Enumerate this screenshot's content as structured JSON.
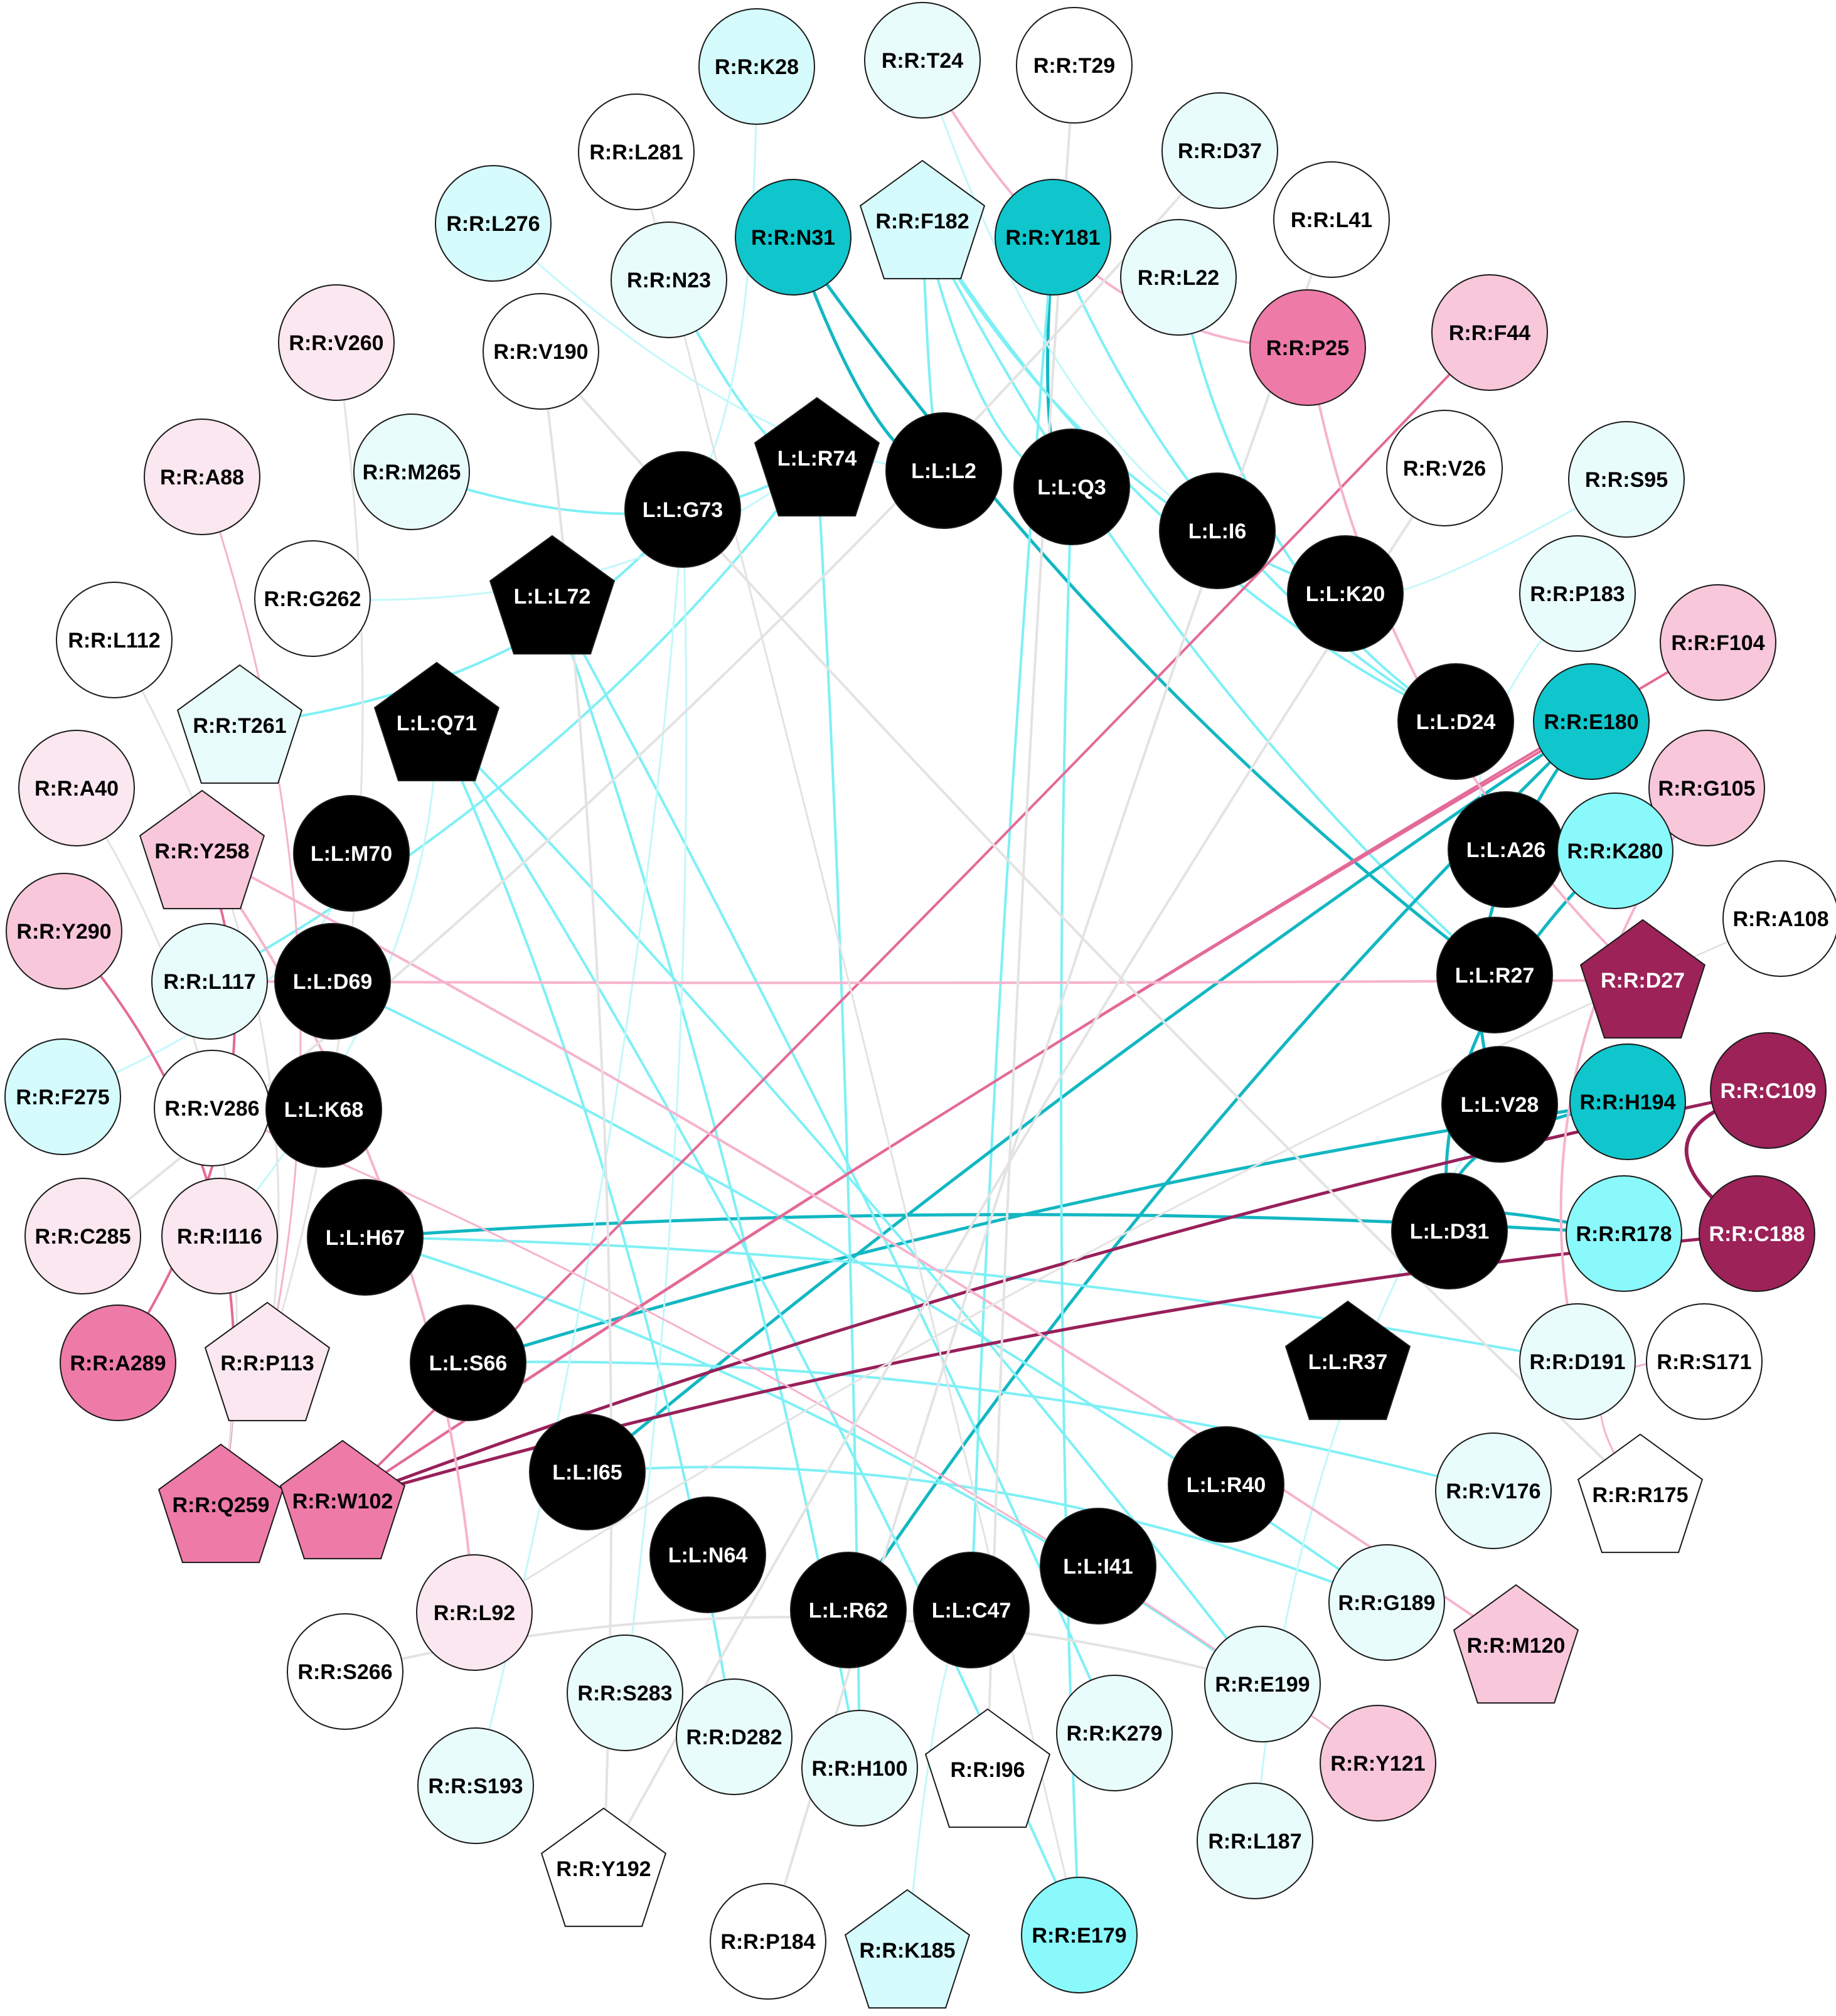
{
  "palette": {
    "ligand": "#000000",
    "cyan_dark": "#0fc6cc",
    "cyan_mid": "#8af9fb",
    "cyan_light": "#d5fbfc",
    "cyan_pale": "#e9fcfc",
    "pink_dark": "#9c2258",
    "pink_mid": "#ee7aa8",
    "pink_light": "#f8c7da",
    "pink_pale": "#fbe7ef",
    "white": "#ffffff",
    "edge_cyan": "#7ef0f5",
    "edge_cyan_pale": "#c3f8fa",
    "edge_teal": "#12b7c2",
    "edge_pink": "#f6b3cd",
    "edge_pink_dark": "#e36a98",
    "edge_maroon": "#98205a",
    "edge_gray": "#e3e3e3"
  },
  "nodes": [
    {
      "id": "R:R:K28",
      "label": "R:R:K28",
      "shape": "circle",
      "fill": "cyan_light"
    },
    {
      "id": "R:R:T24",
      "label": "R:R:T24",
      "shape": "circle",
      "fill": "cyan_pale"
    },
    {
      "id": "R:R:T29",
      "label": "R:R:T29",
      "shape": "circle",
      "fill": "white"
    },
    {
      "id": "R:R:D37",
      "label": "R:R:D37",
      "shape": "circle",
      "fill": "cyan_pale"
    },
    {
      "id": "R:R:L281",
      "label": "R:R:L281",
      "shape": "circle",
      "fill": "white"
    },
    {
      "id": "R:R:N31",
      "label": "R:R:N31",
      "shape": "circle",
      "fill": "cyan_dark"
    },
    {
      "id": "R:R:F182",
      "label": "R:R:F182",
      "shape": "pentagon",
      "fill": "cyan_light"
    },
    {
      "id": "R:R:Y181",
      "label": "R:R:Y181",
      "shape": "circle",
      "fill": "cyan_dark"
    },
    {
      "id": "R:R:L276",
      "label": "R:R:L276",
      "shape": "circle",
      "fill": "cyan_light"
    },
    {
      "id": "R:R:L41",
      "label": "R:R:L41",
      "shape": "circle",
      "fill": "white"
    },
    {
      "id": "R:R:N23",
      "label": "R:R:N23",
      "shape": "circle",
      "fill": "cyan_pale"
    },
    {
      "id": "R:R:L22",
      "label": "R:R:L22",
      "shape": "circle",
      "fill": "cyan_pale"
    },
    {
      "id": "R:R:V260",
      "label": "R:R:V260",
      "shape": "circle",
      "fill": "pink_pale"
    },
    {
      "id": "R:R:V190",
      "label": "R:R:V190",
      "shape": "circle",
      "fill": "white"
    },
    {
      "id": "R:R:P25",
      "label": "R:R:P25",
      "shape": "circle",
      "fill": "pink_mid"
    },
    {
      "id": "R:R:F44",
      "label": "R:R:F44",
      "shape": "circle",
      "fill": "pink_light"
    },
    {
      "id": "R:R:A88",
      "label": "R:R:A88",
      "shape": "circle",
      "fill": "pink_pale"
    },
    {
      "id": "R:R:M265",
      "label": "R:R:M265",
      "shape": "circle",
      "fill": "cyan_pale"
    },
    {
      "id": "L:L:R74",
      "label": "L:L:R74",
      "shape": "pentagon",
      "fill": "ligand"
    },
    {
      "id": "L:L:L2",
      "label": "L:L:L2",
      "shape": "circle",
      "fill": "ligand"
    },
    {
      "id": "L:L:Q3",
      "label": "L:L:Q3",
      "shape": "circle",
      "fill": "ligand"
    },
    {
      "id": "L:L:G73",
      "label": "L:L:G73",
      "shape": "circle",
      "fill": "ligand"
    },
    {
      "id": "R:R:V26",
      "label": "R:R:V26",
      "shape": "circle",
      "fill": "white"
    },
    {
      "id": "R:R:S95",
      "label": "R:R:S95",
      "shape": "circle",
      "fill": "cyan_pale"
    },
    {
      "id": "L:L:I6",
      "label": "L:L:I6",
      "shape": "circle",
      "fill": "ligand"
    },
    {
      "id": "L:L:L72",
      "label": "L:L:L72",
      "shape": "pentagon",
      "fill": "ligand"
    },
    {
      "id": "R:R:G262",
      "label": "R:R:G262",
      "shape": "circle",
      "fill": "white"
    },
    {
      "id": "L:L:K20",
      "label": "L:L:K20",
      "shape": "circle",
      "fill": "ligand"
    },
    {
      "id": "R:R:P183",
      "label": "R:R:P183",
      "shape": "circle",
      "fill": "cyan_pale"
    },
    {
      "id": "R:R:L112",
      "label": "R:R:L112",
      "shape": "circle",
      "fill": "white"
    },
    {
      "id": "R:R:F104",
      "label": "R:R:F104",
      "shape": "circle",
      "fill": "pink_light"
    },
    {
      "id": "R:R:T261",
      "label": "R:R:T261",
      "shape": "pentagon",
      "fill": "cyan_pale"
    },
    {
      "id": "L:L:Q71",
      "label": "L:L:Q71",
      "shape": "pentagon",
      "fill": "ligand"
    },
    {
      "id": "L:L:D24",
      "label": "L:L:D24",
      "shape": "circle",
      "fill": "ligand"
    },
    {
      "id": "R:R:E180",
      "label": "R:R:E180",
      "shape": "circle",
      "fill": "cyan_dark"
    },
    {
      "id": "R:R:A40",
      "label": "R:R:A40",
      "shape": "circle",
      "fill": "pink_pale"
    },
    {
      "id": "R:R:G105",
      "label": "R:R:G105",
      "shape": "circle",
      "fill": "pink_light"
    },
    {
      "id": "R:R:Y258",
      "label": "R:R:Y258",
      "shape": "pentagon",
      "fill": "pink_light"
    },
    {
      "id": "L:L:M70",
      "label": "L:L:M70",
      "shape": "circle",
      "fill": "ligand"
    },
    {
      "id": "L:L:A26",
      "label": "L:L:A26",
      "shape": "circle",
      "fill": "ligand"
    },
    {
      "id": "R:R:K280",
      "label": "R:R:K280",
      "shape": "circle",
      "fill": "cyan_mid"
    },
    {
      "id": "R:R:Y290",
      "label": "R:R:Y290",
      "shape": "circle",
      "fill": "pink_light"
    },
    {
      "id": "R:R:A108",
      "label": "R:R:A108",
      "shape": "circle",
      "fill": "white"
    },
    {
      "id": "R:R:L117",
      "label": "R:R:L117",
      "shape": "circle",
      "fill": "cyan_pale"
    },
    {
      "id": "L:L:D69",
      "label": "L:L:D69",
      "shape": "circle",
      "fill": "ligand"
    },
    {
      "id": "L:L:R27",
      "label": "L:L:R27",
      "shape": "circle",
      "fill": "ligand"
    },
    {
      "id": "R:R:D27",
      "label": "R:R:D27",
      "shape": "pentagon",
      "fill": "pink_dark"
    },
    {
      "id": "R:R:F275",
      "label": "R:R:F275",
      "shape": "circle",
      "fill": "cyan_light"
    },
    {
      "id": "R:R:V286",
      "label": "R:R:V286",
      "shape": "circle",
      "fill": "white"
    },
    {
      "id": "L:L:K68",
      "label": "L:L:K68",
      "shape": "circle",
      "fill": "ligand"
    },
    {
      "id": "L:L:V28",
      "label": "L:L:V28",
      "shape": "circle",
      "fill": "ligand"
    },
    {
      "id": "R:R:H194",
      "label": "R:R:H194",
      "shape": "circle",
      "fill": "cyan_dark"
    },
    {
      "id": "R:R:C109",
      "label": "R:R:C109",
      "shape": "circle",
      "fill": "pink_dark"
    },
    {
      "id": "R:R:C285",
      "label": "R:R:C285",
      "shape": "circle",
      "fill": "pink_pale"
    },
    {
      "id": "R:R:I116",
      "label": "R:R:I116",
      "shape": "circle",
      "fill": "pink_pale"
    },
    {
      "id": "L:L:H67",
      "label": "L:L:H67",
      "shape": "circle",
      "fill": "ligand"
    },
    {
      "id": "L:L:D31",
      "label": "L:L:D31",
      "shape": "circle",
      "fill": "ligand"
    },
    {
      "id": "R:R:R178",
      "label": "R:R:R178",
      "shape": "circle",
      "fill": "cyan_mid"
    },
    {
      "id": "R:R:C188",
      "label": "R:R:C188",
      "shape": "circle",
      "fill": "pink_dark"
    },
    {
      "id": "R:R:A289",
      "label": "R:R:A289",
      "shape": "circle",
      "fill": "pink_mid"
    },
    {
      "id": "R:R:P113",
      "label": "R:R:P113",
      "shape": "pentagon",
      "fill": "pink_pale"
    },
    {
      "id": "L:L:S66",
      "label": "L:L:S66",
      "shape": "circle",
      "fill": "ligand"
    },
    {
      "id": "L:L:R37",
      "label": "L:L:R37",
      "shape": "pentagon",
      "fill": "ligand"
    },
    {
      "id": "R:R:D191",
      "label": "R:R:D191",
      "shape": "circle",
      "fill": "cyan_pale"
    },
    {
      "id": "R:R:S171",
      "label": "R:R:S171",
      "shape": "circle",
      "fill": "white"
    },
    {
      "id": "R:R:Q259",
      "label": "R:R:Q259",
      "shape": "pentagon",
      "fill": "pink_mid"
    },
    {
      "id": "R:R:W102",
      "label": "R:R:W102",
      "shape": "pentagon",
      "fill": "pink_mid"
    },
    {
      "id": "L:L:I65",
      "label": "L:L:I65",
      "shape": "circle",
      "fill": "ligand"
    },
    {
      "id": "L:L:R40",
      "label": "L:L:R40",
      "shape": "circle",
      "fill": "ligand"
    },
    {
      "id": "R:R:V176",
      "label": "R:R:V176",
      "shape": "circle",
      "fill": "cyan_pale"
    },
    {
      "id": "R:R:R175",
      "label": "R:R:R175",
      "shape": "pentagon",
      "fill": "white"
    },
    {
      "id": "L:L:N64",
      "label": "L:L:N64",
      "shape": "circle",
      "fill": "ligand"
    },
    {
      "id": "L:L:I41",
      "label": "L:L:I41",
      "shape": "circle",
      "fill": "ligand"
    },
    {
      "id": "L:L:R62",
      "label": "L:L:R62",
      "shape": "circle",
      "fill": "ligand"
    },
    {
      "id": "L:L:C47",
      "label": "L:L:C47",
      "shape": "circle",
      "fill": "ligand"
    },
    {
      "id": "R:R:G189",
      "label": "R:R:G189",
      "shape": "circle",
      "fill": "cyan_pale"
    },
    {
      "id": "R:R:M120",
      "label": "R:R:M120",
      "shape": "pentagon",
      "fill": "pink_light"
    },
    {
      "id": "R:R:L92",
      "label": "R:R:L92",
      "shape": "circle",
      "fill": "pink_pale"
    },
    {
      "id": "R:R:S266",
      "label": "R:R:S266",
      "shape": "circle",
      "fill": "white"
    },
    {
      "id": "R:R:S283",
      "label": "R:R:S283",
      "shape": "circle",
      "fill": "cyan_pale"
    },
    {
      "id": "R:R:E199",
      "label": "R:R:E199",
      "shape": "circle",
      "fill": "cyan_pale"
    },
    {
      "id": "R:R:D282",
      "label": "R:R:D282",
      "shape": "circle",
      "fill": "cyan_pale"
    },
    {
      "id": "R:R:H100",
      "label": "R:R:H100",
      "shape": "circle",
      "fill": "cyan_pale"
    },
    {
      "id": "R:R:I96",
      "label": "R:R:I96",
      "shape": "pentagon",
      "fill": "white"
    },
    {
      "id": "R:R:K279",
      "label": "R:R:K279",
      "shape": "circle",
      "fill": "cyan_pale"
    },
    {
      "id": "R:R:Y121",
      "label": "R:R:Y121",
      "shape": "circle",
      "fill": "pink_light"
    },
    {
      "id": "R:R:S193",
      "label": "R:R:S193",
      "shape": "circle",
      "fill": "cyan_pale"
    },
    {
      "id": "R:R:L187",
      "label": "R:R:L187",
      "shape": "circle",
      "fill": "cyan_pale"
    },
    {
      "id": "R:R:Y192",
      "label": "R:R:Y192",
      "shape": "pentagon",
      "fill": "white"
    },
    {
      "id": "R:R:P184",
      "label": "R:R:P184",
      "shape": "circle",
      "fill": "white"
    },
    {
      "id": "R:R:K185",
      "label": "R:R:K185",
      "shape": "pentagon",
      "fill": "cyan_light"
    },
    {
      "id": "R:R:E179",
      "label": "R:R:E179",
      "shape": "circle",
      "fill": "cyan_mid"
    }
  ],
  "edges": [
    {
      "source": "R:R:N31",
      "target": "L:L:L2",
      "color": "edge_teal",
      "width": 5
    },
    {
      "source": "R:R:N31",
      "target": "L:L:R27",
      "color": "edge_teal",
      "width": 5
    },
    {
      "source": "R:R:N23",
      "target": "L:L:R74",
      "color": "edge_cyan",
      "width": 4
    },
    {
      "source": "R:R:Y181",
      "target": "L:L:Q3",
      "color": "edge_teal",
      "width": 5
    },
    {
      "source": "R:R:Y181",
      "target": "L:L:C47",
      "color": "edge_cyan",
      "width": 4
    },
    {
      "source": "R:R:Y181",
      "target": "L:L:D24",
      "color": "edge_cyan",
      "width": 4
    },
    {
      "source": "R:R:F182",
      "target": "L:L:L2",
      "color": "edge_cyan",
      "width": 4
    },
    {
      "source": "R:R:F182",
      "target": "L:L:Q3",
      "color": "edge_cyan",
      "width": 4
    },
    {
      "source": "R:R:F182",
      "target": "L:L:K20",
      "color": "edge_cyan",
      "width": 4
    },
    {
      "source": "R:R:F182",
      "target": "L:L:D24",
      "color": "edge_cyan",
      "width": 4
    },
    {
      "source": "R:R:F182",
      "target": "L:L:R27",
      "color": "edge_cyan",
      "width": 4
    },
    {
      "source": "R:R:M265",
      "target": "L:L:R74",
      "color": "edge_cyan",
      "width": 4
    },
    {
      "source": "R:R:L22",
      "target": "L:L:D24",
      "color": "edge_cyan",
      "width": 4
    },
    {
      "source": "R:R:L276",
      "target": "L:L:L2",
      "color": "edge_cyan_pale",
      "width": 3
    },
    {
      "source": "R:R:T24",
      "target": "L:L:I6",
      "color": "edge_cyan_pale",
      "width": 3
    },
    {
      "source": "R:R:K28",
      "target": "L:L:G73",
      "color": "edge_cyan_pale",
      "width": 3
    },
    {
      "source": "R:R:E180",
      "target": "L:L:R62",
      "color": "edge_teal",
      "width": 5
    },
    {
      "source": "R:R:E180",
      "target": "L:L:V28",
      "color": "edge_teal",
      "width": 5
    },
    {
      "source": "R:R:E180",
      "target": "L:L:I65",
      "color": "edge_teal",
      "width": 5
    },
    {
      "source": "R:R:H194",
      "target": "L:L:S66",
      "color": "edge_teal",
      "width": 5
    },
    {
      "source": "R:R:H194",
      "target": "L:L:D31",
      "color": "edge_teal",
      "width": 5
    },
    {
      "source": "R:R:R178",
      "target": "L:L:H67",
      "color": "edge_teal",
      "width": 5
    },
    {
      "source": "R:R:R178",
      "target": "L:L:D31",
      "color": "edge_teal",
      "width": 5
    },
    {
      "source": "R:R:K280",
      "target": "L:L:D31",
      "color": "edge_teal",
      "width": 5
    },
    {
      "source": "R:R:K280",
      "target": "L:L:A26",
      "color": "edge_cyan",
      "width": 4
    },
    {
      "source": "R:R:E179",
      "target": "L:L:Q3",
      "color": "edge_cyan",
      "width": 4
    },
    {
      "source": "R:R:E179",
      "target": "L:L:Q71",
      "color": "edge_cyan",
      "width": 4
    },
    {
      "source": "R:R:E199",
      "target": "L:L:Q71",
      "color": "edge_cyan",
      "width": 4
    },
    {
      "source": "R:R:E199",
      "target": "L:L:H67",
      "color": "edge_cyan",
      "width": 4
    },
    {
      "source": "R:R:G189",
      "target": "L:L:I65",
      "color": "edge_cyan",
      "width": 4
    },
    {
      "source": "R:R:G189",
      "target": "L:L:D69",
      "color": "edge_cyan",
      "width": 4
    },
    {
      "source": "R:R:V176",
      "target": "L:L:S66",
      "color": "edge_cyan",
      "width": 4
    },
    {
      "source": "R:R:D191",
      "target": "L:L:H67",
      "color": "edge_cyan",
      "width": 4
    },
    {
      "source": "R:R:K279",
      "target": "L:L:L72",
      "color": "edge_cyan",
      "width": 4
    },
    {
      "source": "R:R:D282",
      "target": "L:L:Q71",
      "color": "edge_cyan",
      "width": 4
    },
    {
      "source": "R:R:H100",
      "target": "L:L:R74",
      "color": "edge_cyan",
      "width": 4
    },
    {
      "source": "R:R:H100",
      "target": "L:L:L72",
      "color": "edge_cyan",
      "width": 4
    },
    {
      "source": "R:R:T261",
      "target": "L:L:G73",
      "color": "edge_cyan",
      "width": 4
    },
    {
      "source": "R:R:L117",
      "target": "L:L:R74",
      "color": "edge_cyan",
      "width": 4
    },
    {
      "source": "R:R:G262",
      "target": "L:L:R74",
      "color": "edge_cyan_pale",
      "width": 3
    },
    {
      "source": "R:R:S283",
      "target": "L:L:G73",
      "color": "edge_cyan_pale",
      "width": 3
    },
    {
      "source": "R:R:I116",
      "target": "L:L:Q71",
      "color": "edge_cyan_pale",
      "width": 3
    },
    {
      "source": "R:R:F275",
      "target": "L:L:M70",
      "color": "edge_cyan_pale",
      "width": 3
    },
    {
      "source": "R:R:K185",
      "target": "L:L:C47",
      "color": "edge_cyan_pale",
      "width": 3
    },
    {
      "source": "R:R:L187",
      "target": "L:L:V28",
      "color": "edge_cyan_pale",
      "width": 3
    },
    {
      "source": "R:R:S95",
      "target": "L:L:K20",
      "color": "edge_cyan_pale",
      "width": 3
    },
    {
      "source": "R:R:P183",
      "target": "L:L:A26",
      "color": "edge_cyan_pale",
      "width": 3
    },
    {
      "source": "R:R:S193",
      "target": "L:L:G73",
      "color": "edge_cyan_pale",
      "width": 3
    },
    {
      "source": "R:R:W102",
      "target": "R:R:C188",
      "color": "edge_maroon",
      "width": 5
    },
    {
      "source": "R:R:W102",
      "target": "R:R:C109",
      "color": "edge_maroon",
      "width": 5
    },
    {
      "source": "R:R:C109",
      "target": "R:R:C188",
      "color": "edge_maroon",
      "width": 6
    },
    {
      "source": "R:R:W102",
      "target": "R:R:E180",
      "color": "edge_pink_dark",
      "width": 4
    },
    {
      "source": "R:R:W102",
      "target": "R:R:F104",
      "color": "edge_pink_dark",
      "width": 4
    },
    {
      "source": "R:R:W102",
      "target": "R:R:F44",
      "color": "edge_pink_dark",
      "width": 4
    },
    {
      "source": "R:R:Q259",
      "target": "R:R:Y290",
      "color": "edge_pink_dark",
      "width": 4
    },
    {
      "source": "R:R:A289",
      "target": "R:R:Y258",
      "color": "edge_pink_dark",
      "width": 4
    },
    {
      "source": "R:R:Y258",
      "target": "R:R:M120",
      "color": "edge_pink",
      "width": 4
    },
    {
      "source": "R:R:L117",
      "target": "R:R:D27",
      "color": "edge_pink",
      "width": 4
    },
    {
      "source": "R:R:P25",
      "target": "R:R:T24",
      "color": "edge_pink",
      "width": 4
    },
    {
      "source": "R:R:P25",
      "target": "R:R:D27",
      "color": "edge_pink",
      "width": 4
    },
    {
      "source": "R:R:G105",
      "target": "R:R:D191",
      "color": "edge_pink",
      "width": 4
    },
    {
      "source": "R:R:L92",
      "target": "R:R:Y258",
      "color": "edge_pink",
      "width": 4
    },
    {
      "source": "R:R:S171",
      "target": "R:R:R175",
      "color": "edge_pink",
      "width": 3
    },
    {
      "source": "R:R:A88",
      "target": "R:R:P113",
      "color": "edge_pink",
      "width": 3
    },
    {
      "source": "R:R:V286",
      "target": "R:R:Y121",
      "color": "edge_pink",
      "width": 3
    },
    {
      "source": "R:R:V190",
      "target": "R:R:R175",
      "color": "edge_gray",
      "width": 4
    },
    {
      "source": "R:R:V190",
      "target": "R:R:Y192",
      "color": "edge_gray",
      "width": 4
    },
    {
      "source": "R:R:L41",
      "target": "R:R:P184",
      "color": "edge_gray",
      "width": 4
    },
    {
      "source": "R:R:V26",
      "target": "R:R:Y192",
      "color": "edge_gray",
      "width": 4
    },
    {
      "source": "R:R:D37",
      "target": "R:R:C285",
      "color": "edge_gray",
      "width": 4
    },
    {
      "source": "R:R:T29",
      "target": "R:R:I96",
      "color": "edge_gray",
      "width": 4
    },
    {
      "source": "R:R:S266",
      "target": "R:R:E199",
      "color": "edge_gray",
      "width": 4
    },
    {
      "source": "R:R:A108",
      "target": "R:R:L92",
      "color": "edge_gray",
      "width": 3
    },
    {
      "source": "R:R:V260",
      "target": "R:R:P113",
      "color": "edge_gray",
      "width": 3
    },
    {
      "source": "R:R:L112",
      "target": "R:R:P113",
      "color": "edge_gray",
      "width": 3
    },
    {
      "source": "R:R:A40",
      "target": "R:R:Q259",
      "color": "edge_gray",
      "width": 3
    },
    {
      "source": "R:R:L281",
      "target": "R:R:E179",
      "color": "edge_gray",
      "width": 3
    }
  ]
}
